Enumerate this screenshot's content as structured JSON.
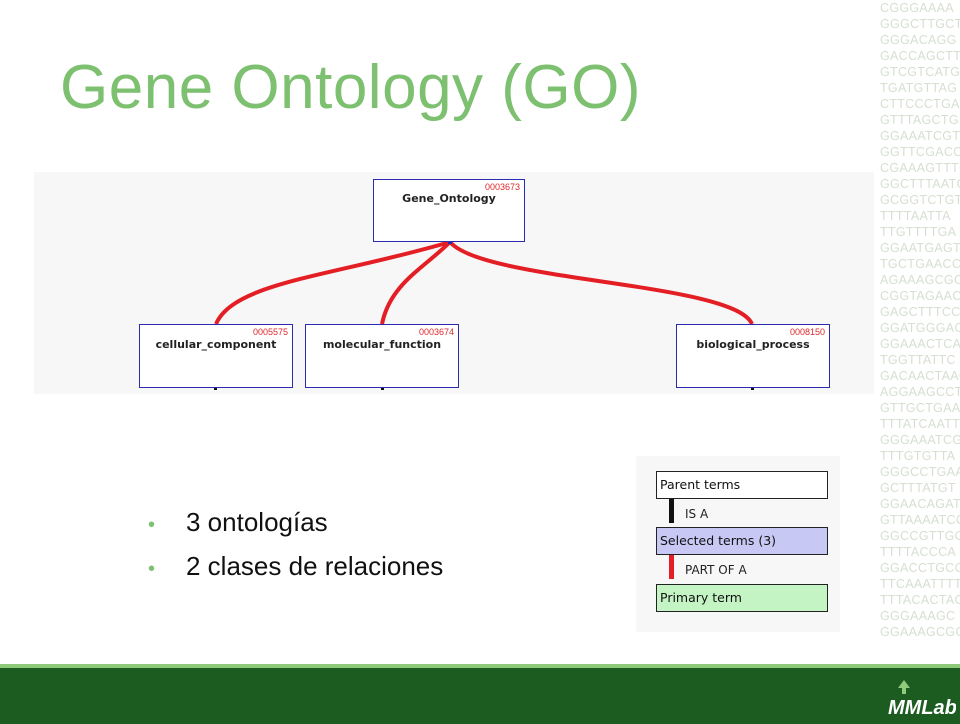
{
  "slide": {
    "title": "Gene Ontology (GO)"
  },
  "background_sequence": [
    "CGGGAAAA",
    "GGGCTTGCT",
    "GGGACAGG",
    "GACCAGCTTT",
    "GTCGTCATG",
    "TGATGTTAG",
    "CTTCCCTGA",
    "GTTTAGCTG",
    "GGAAATCGT",
    "GGTTCGACCA",
    "CGAAAGTTTC",
    "GGCTTTAATG",
    "GCGGTCTGT",
    "TTTTAATTA",
    "TTGTTTTGA",
    "GGAATGAGTA",
    "TGCTGAACC",
    "AGAAAGCGC",
    "CGGTAGAACC",
    "GAGCTTTCC",
    "GGATGGGAC",
    "GGAAACTCA",
    "TGGTTATTC",
    "GACAACTAAC",
    "AGGAAGCCT",
    "GTTGCTGAA",
    "TTTATCAATT",
    "GGGAAATCG",
    "TTTGTGTTA",
    "GGGCCTGAA",
    "GCTTTATGT",
    "GGAACAGAT",
    "GTTAAAATCC",
    "GGCCGTTGC",
    "TTTTACCCA",
    "GGACCTGCC",
    "TTCAAATTTT",
    "TTTACACTAC",
    "GGGAAAGC",
    "GGAAAGCGC"
  ],
  "diagram": {
    "root": {
      "id": "0003673",
      "name": "Gene_Ontology"
    },
    "children": [
      {
        "id": "0005575",
        "name": "cellular_component"
      },
      {
        "id": "0003674",
        "name": "molecular_function"
      },
      {
        "id": "0008150",
        "name": "biological_process"
      }
    ],
    "edge_color": "#e41e25",
    "box_border_color": "#2b2bb0",
    "id_color": "#e0262b"
  },
  "bullets": [
    "3 ontologías",
    "2 clases de relaciones"
  ],
  "legend": {
    "parent_label": "Parent terms",
    "isa_label": "IS A",
    "selected_label": "Selected terms (3)",
    "partof_label": "PART OF A",
    "primary_label": "Primary term",
    "isa_color": "#111111",
    "partof_color": "#e41e25",
    "parent_fill": "#ffffff",
    "selected_fill": "#c8c8f4",
    "primary_fill": "#c4f4c4"
  },
  "footer": {
    "color": "#1d5c21",
    "accent": "#8fc97a",
    "logo_text": "MMLab",
    "logo_icon": "arrow-logo-icon"
  },
  "colors": {
    "title": "#7cc070",
    "bullet": "#7cc070"
  }
}
